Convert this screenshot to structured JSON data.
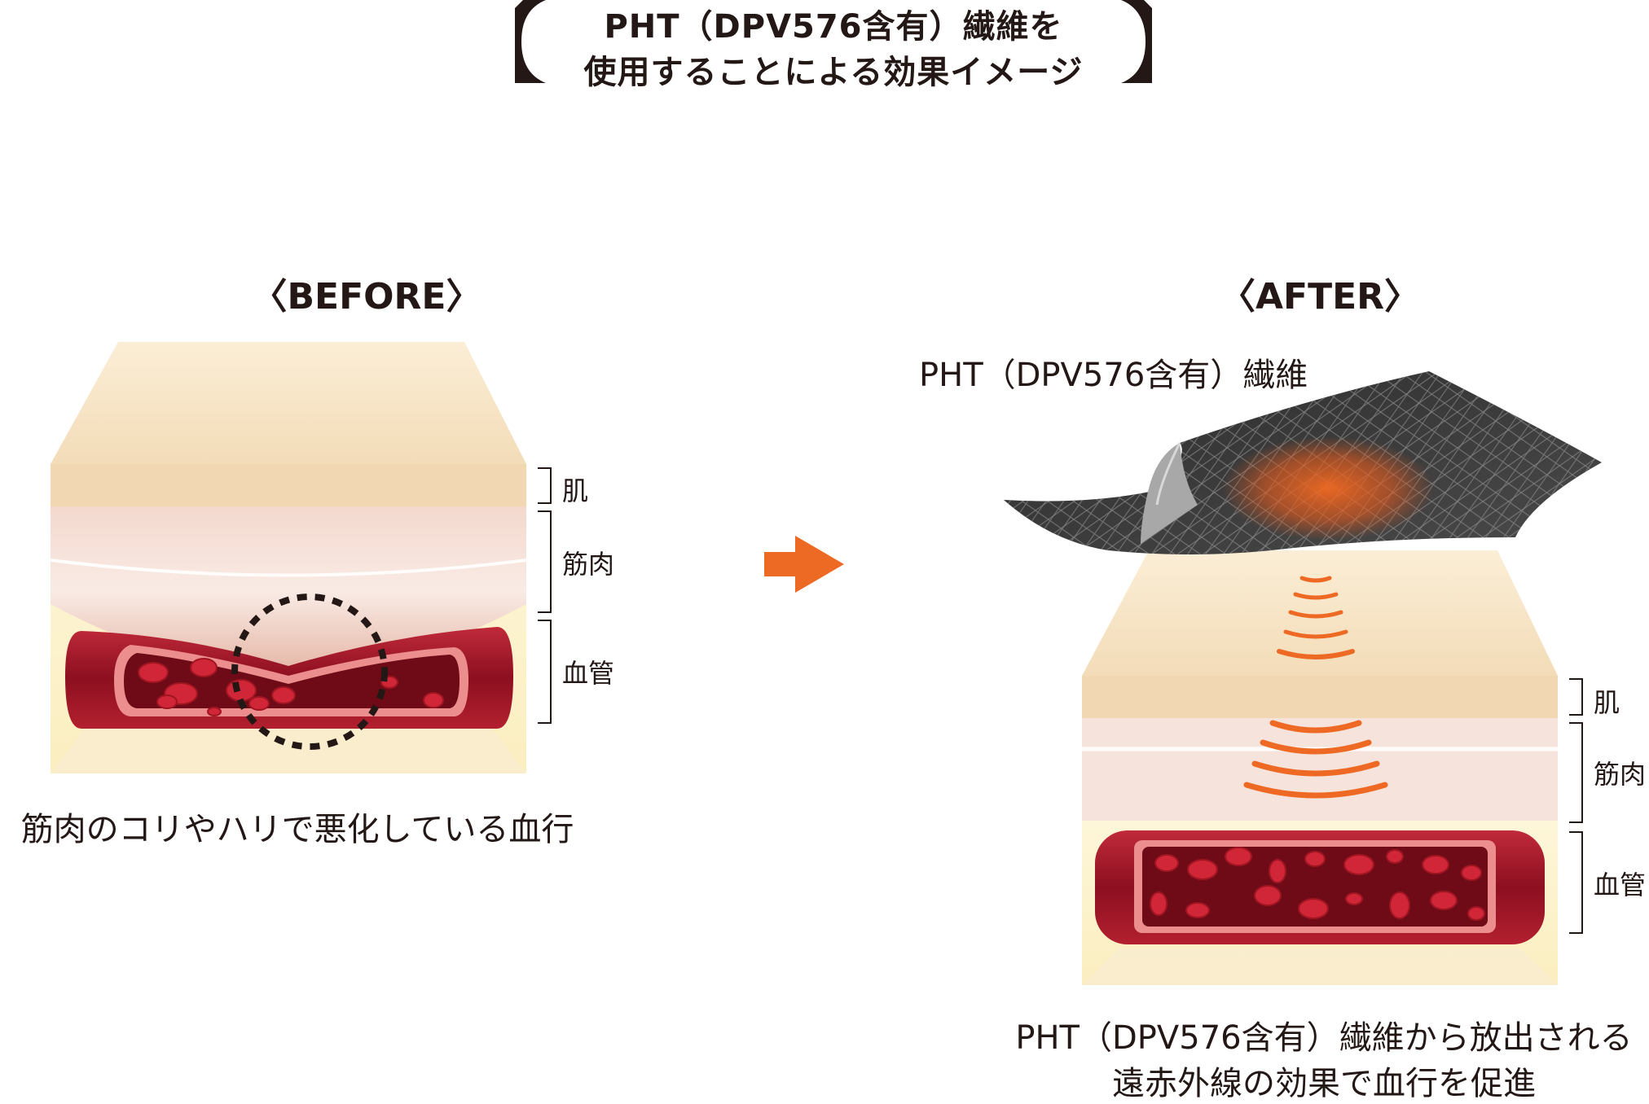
{
  "title": {
    "line1": "PHT（DPV576含有）繊維を",
    "line2": "使用することによる効果イメージ"
  },
  "before": {
    "heading": "〈BEFORE〉",
    "labels": {
      "skin": "肌",
      "muscle": "筋肉",
      "vessel": "血管"
    },
    "caption": "筋肉のコリやハリで悪化している血行"
  },
  "after": {
    "heading": "〈AFTER〉",
    "fiber_label": "PHT（DPV576含有）繊維",
    "labels": {
      "skin": "肌",
      "muscle": "筋肉",
      "vessel": "血管"
    },
    "caption_line1": "PHT（DPV576含有）繊維から放出される",
    "caption_line2": "遠赤外線の効果で血行を促進"
  },
  "colors": {
    "skin": "#f7e6c8",
    "fat": "#fbf0c9",
    "muscle": "#ecc3b4",
    "vessel_outer": "#a3172b",
    "vessel_inner": "#6e0b16",
    "blood_cell": "#d02637",
    "arrow": "#ec6a23",
    "waves": "#ee6a24",
    "fiber": "#3c3c3c",
    "text": "#231815"
  }
}
